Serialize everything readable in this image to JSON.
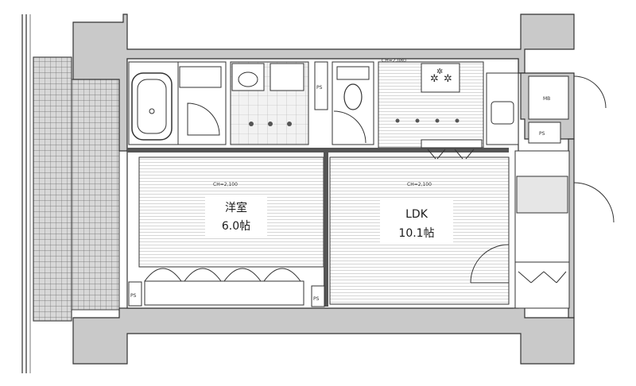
{
  "rooms": {
    "western": {
      "name": "洋室",
      "size": "6.0帖"
    },
    "ldk": {
      "name": "LDK",
      "size": "10.1帖"
    }
  },
  "ceilings": {
    "western": "CH=2,100",
    "ldk": "CH=2,100",
    "kitchen": "CH=2,080"
  },
  "labels": {
    "ps": "PS",
    "mb": "MB"
  }
}
